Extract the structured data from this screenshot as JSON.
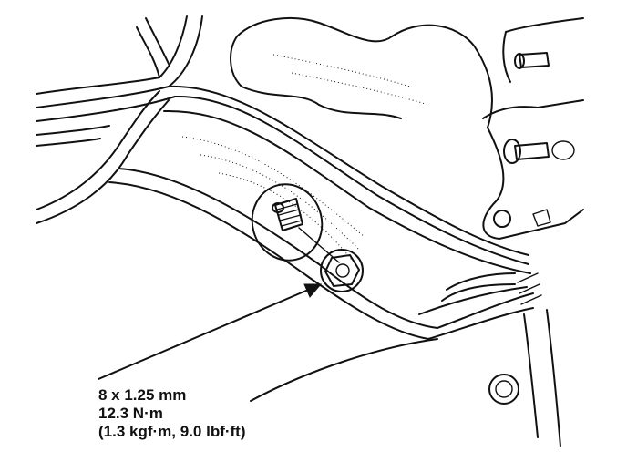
{
  "callout": {
    "bolt_size": "8 x 1.25 mm",
    "torque_nm": "12.3 N·m",
    "torque_alt": "(1.3 kgf·m, 9.0 lbf·ft)"
  },
  "colors": {
    "ink": "#111111",
    "background": "#ffffff"
  }
}
